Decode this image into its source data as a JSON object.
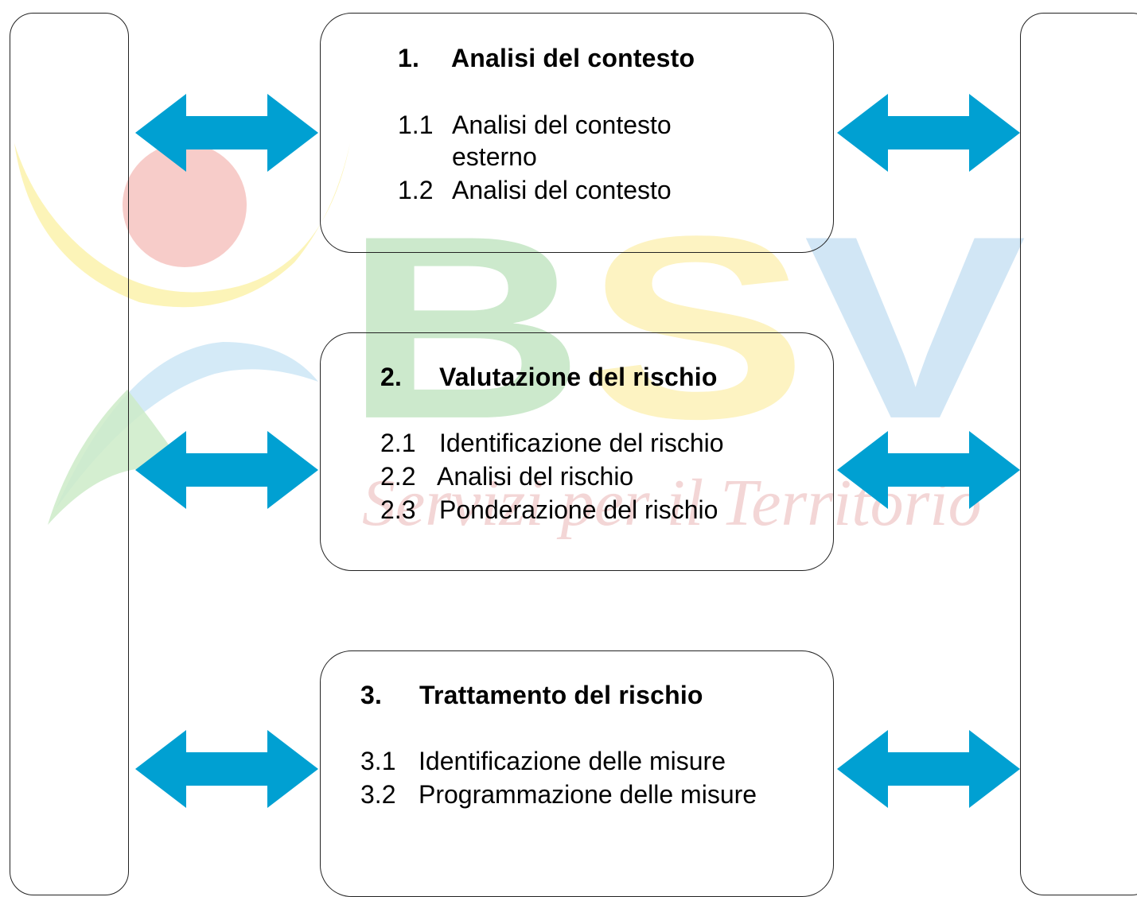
{
  "colors": {
    "arrow": "#00A0D2",
    "border": "#222222"
  },
  "watermark": {
    "letters": "BSV",
    "tagline": "Servizi per il Territorio"
  },
  "steps": [
    {
      "number": "1.",
      "title": "Analisi del contesto",
      "items": [
        {
          "number": "1.1",
          "text": "Analisi del contesto",
          "text_line2": "esterno"
        },
        {
          "number": "1.2",
          "text": "Analisi del contesto"
        }
      ]
    },
    {
      "number": "2.",
      "title": "Valutazione del rischio",
      "items": [
        {
          "number": "2.1",
          "text": "Identificazione del rischio"
        },
        {
          "number": "2.2",
          "text": "Analisi del rischio"
        },
        {
          "number": "2.3",
          "text": "Ponderazione del rischio"
        }
      ]
    },
    {
      "number": "3.",
      "title": "Trattamento del rischio",
      "items": [
        {
          "number": "3.1",
          "text": "Identificazione delle misure"
        },
        {
          "number": "3.2",
          "text": "Programmazione delle misure"
        }
      ]
    }
  ]
}
